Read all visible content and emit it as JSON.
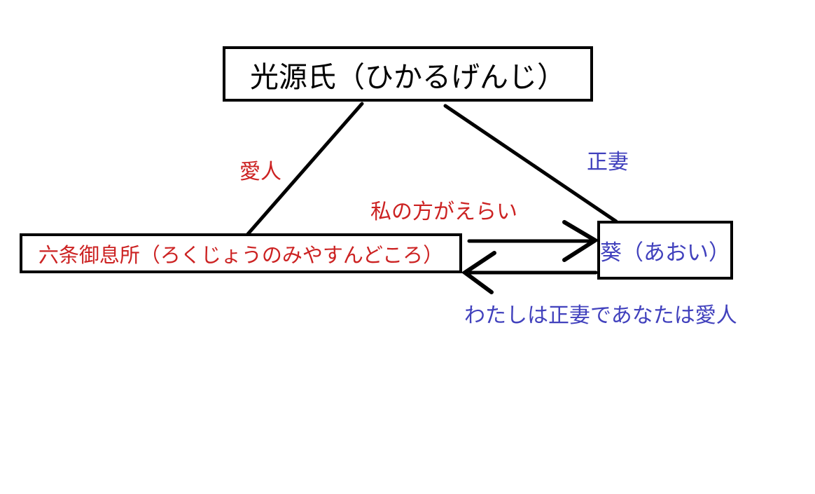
{
  "diagram": {
    "colors": {
      "red": "#cc2222",
      "blue": "#4141bd",
      "line": "#000000",
      "box_border": "#000000",
      "background": "#ffffff"
    },
    "nodes": [
      {
        "id": "genji",
        "label": "光源氏（ひかるげんじ）",
        "text_color": "black"
      },
      {
        "id": "rokujo",
        "label": "六条御息所（ろくじょうのみやすんどころ）",
        "text_color": "red"
      },
      {
        "id": "aoi",
        "label": "葵（あおい）",
        "text_color": "blue"
      }
    ],
    "edges": [
      {
        "from": "genji",
        "to": "rokujo",
        "type": "line",
        "label": "愛人",
        "label_color": "red"
      },
      {
        "from": "genji",
        "to": "aoi",
        "type": "line",
        "label": "正妻",
        "label_color": "blue"
      },
      {
        "from": "rokujo",
        "to": "aoi",
        "type": "arrow",
        "label": "私の方がえらい",
        "label_color": "red"
      },
      {
        "from": "aoi",
        "to": "rokujo",
        "type": "arrow",
        "label": "わたしは正妻であなたは愛人",
        "label_color": "blue"
      }
    ]
  }
}
